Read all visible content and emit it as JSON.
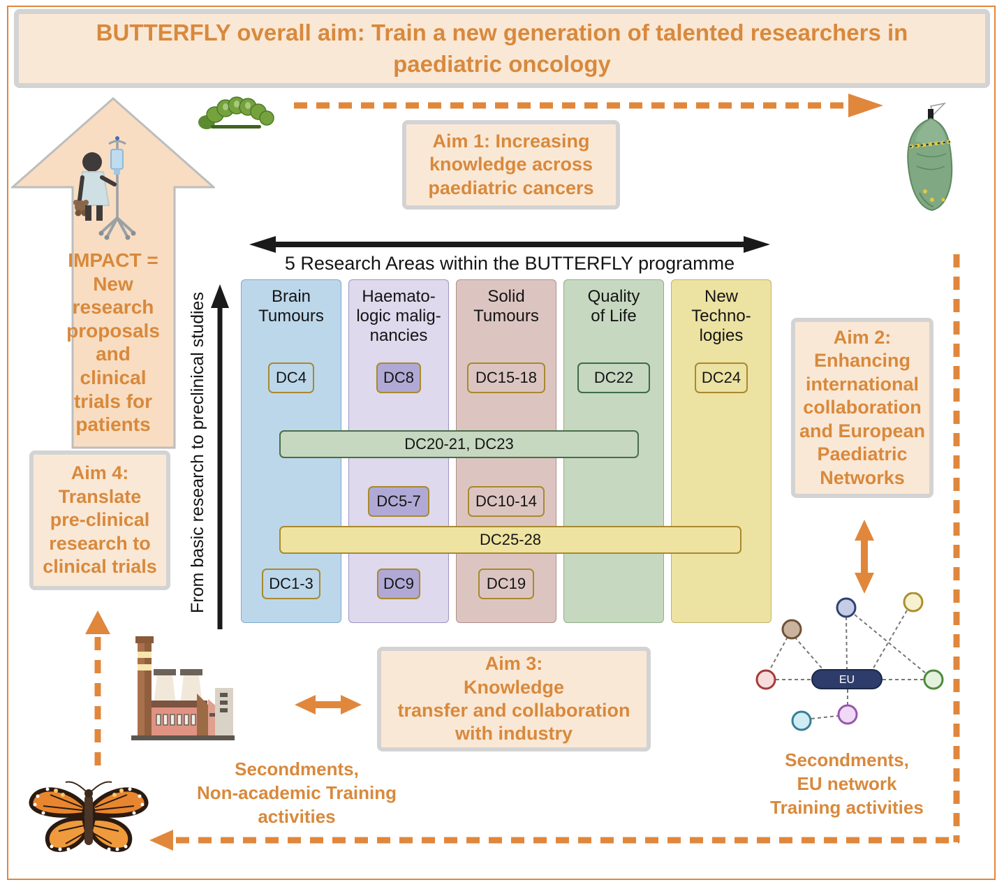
{
  "banner": {
    "title": "BUTTERFLY overall aim: Train a new generation of talented researchers in\npaediatric oncology"
  },
  "aims": {
    "aim1": "Aim 1: Increasing\nknowledge across\npaediatric cancers",
    "aim2": "Aim 2:\nEnhancing\ninternational\ncollaboration\nand European\nPaediatric\nNetworks",
    "aim3": "Aim 3:\nKnowledge\ntransfer and collaboration\nwith industry",
    "aim4": "Aim 4:\nTranslate\npre-clinical\nresearch to\nclinical trials"
  },
  "impact": {
    "text": "IMPACT =\nNew\nresearch\nproposals\nand\nclinical\ntrials for\npatients"
  },
  "research_matrix": {
    "title": "5 Research Areas within the BUTTERFLY programme",
    "y_axis_label": "From basic research to preclinical studies",
    "columns": [
      {
        "label": "Brain\nTumours",
        "top_dc": "DC4",
        "bottom_dc": "DC1-3"
      },
      {
        "label": "Haemato-\nlogic malig-\nnancies",
        "top_dc": "DC8",
        "mid_dc": "DC5-7",
        "bottom_dc": "DC9"
      },
      {
        "label": "Solid\nTumours",
        "top_dc": "DC15-18",
        "mid_dc": "DC10-14",
        "bottom_dc": "DC19"
      },
      {
        "label": "Quality\nof Life",
        "top_dc": "DC22"
      },
      {
        "label": "New\nTechno-\nlogies",
        "top_dc": "DC24"
      }
    ],
    "span_bars": [
      {
        "label": "DC20-21, DC23"
      },
      {
        "label": "DC25-28"
      }
    ]
  },
  "network": {
    "hub_label": "EU"
  },
  "captions": {
    "industry": "Secondments,\nNon-academic Training\nactivities",
    "eu": "Secondments,\nEU network\nTraining activities"
  },
  "icons": {
    "left_cycle": "caterpillar-icon",
    "right_cycle": "chrysalis-icon",
    "bottom_cycle": "butterfly-icon",
    "impact_arrow": "child-patient-icon",
    "industry": "factory-icon",
    "eu_network": "eu-network-diagram"
  },
  "colors": {
    "accent_orange": "#d8893c",
    "frame_orange": "#e0873c",
    "peach_bg": "#fae8d6",
    "box_border_gray": "#d3d3d3",
    "column_brain": "#bdd7ea",
    "column_haem": "#ded9ec",
    "column_solid": "#dcc5c1",
    "column_qol": "#c6d8c0",
    "column_tech": "#ece2a2",
    "dc_purple": "#b1a9d5",
    "dc_border_gold": "#a8892e",
    "eu_navy": "#2d3c6b",
    "arrow_black": "#1a1a1a"
  }
}
